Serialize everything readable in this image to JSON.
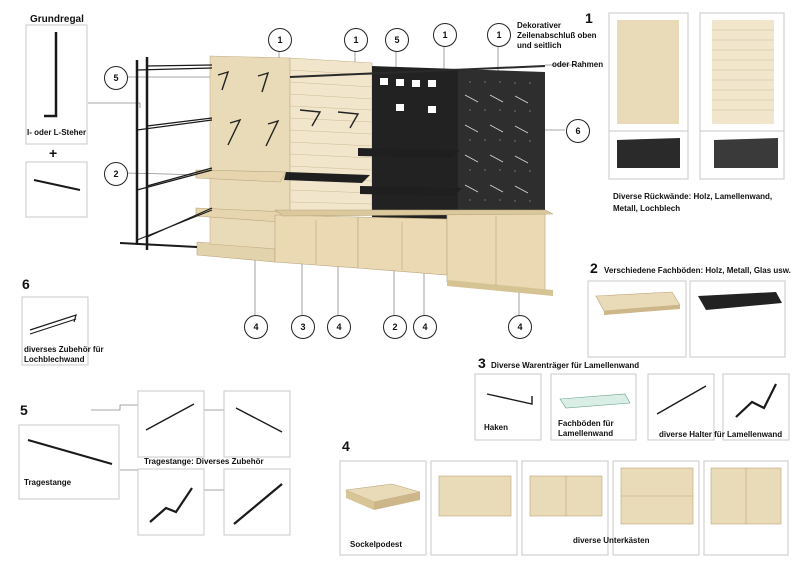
{
  "labels": {
    "grundregal": "Grundregal",
    "steher": "I- oder L-Steher",
    "plus": "+",
    "dekor_line1": "Dekorativer",
    "dekor_line2": "Zeilenabschluß oben",
    "dekor_line3": "und seitlich",
    "oder_rahmen": "oder Rahmen",
    "rueck_line1": "Diverse Rückwände: Holz, Lamellenwand,",
    "rueck_line2": "Metall, Lochblech",
    "faechboeden": "Verschiedene Fachböden: Holz, Metall, Glas usw.",
    "warentraeger": "Diverse Warenträger für Lamellenwand",
    "haken": "Haken",
    "fach_line1": "Fachböden für",
    "fach_line2": "Lamellenwand",
    "halter": "diverse Halter für Lamellenwand",
    "zub_line1": "diverses Zubehör für",
    "zub_line2": "Lochblechwand",
    "tragestange": "Tragestange",
    "tragestange_zub": "Tragestange: Diverses Zubehör",
    "sockelpodest": "Sockelpodest",
    "unterkaesten": "diverse Unterkästen"
  },
  "section_numbers": {
    "s1": "1",
    "s2": "2",
    "s3": "3",
    "s4": "4",
    "s5": "5",
    "s6": "6"
  },
  "callouts": {
    "c1a": "1",
    "c1b": "1",
    "c5a": "5",
    "c1c": "1",
    "c1d": "1",
    "c5b": "5",
    "c6": "6",
    "c2a": "2",
    "c4a": "4",
    "c3": "3",
    "c4b": "4",
    "c2b": "2",
    "c4c": "4",
    "c4d": "4"
  },
  "colors": {
    "wood": "#e8d9b5",
    "metal": "#2a2a2a",
    "line": "#8a8a8a"
  }
}
